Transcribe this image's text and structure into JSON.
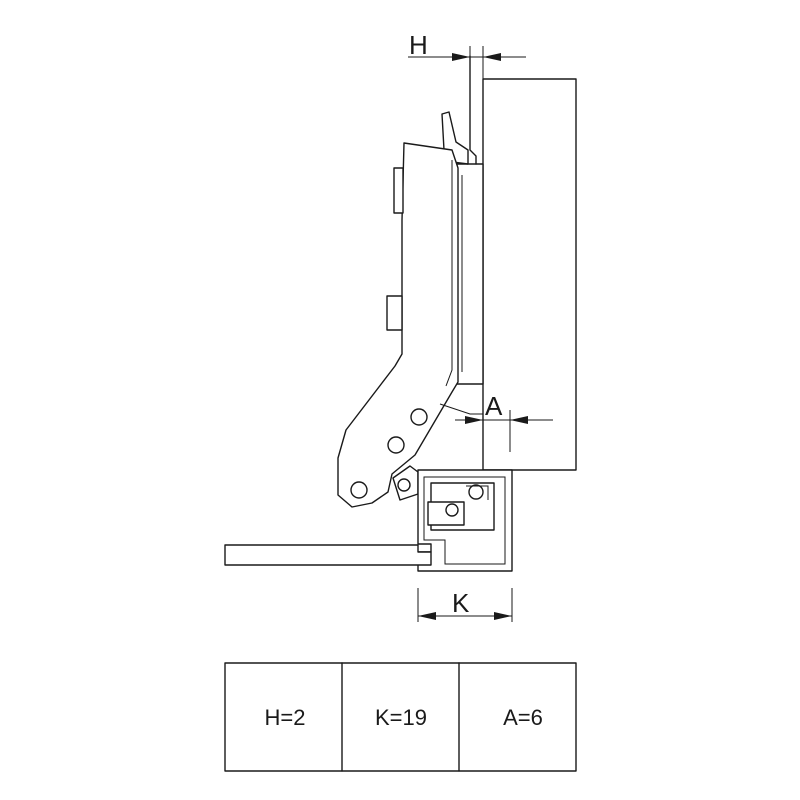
{
  "dimension_labels": {
    "h": "H",
    "a": "A",
    "k": "K"
  },
  "spec_table": [
    {
      "text": "H=2"
    },
    {
      "text": "K=19"
    },
    {
      "text": "A=6"
    }
  ]
}
